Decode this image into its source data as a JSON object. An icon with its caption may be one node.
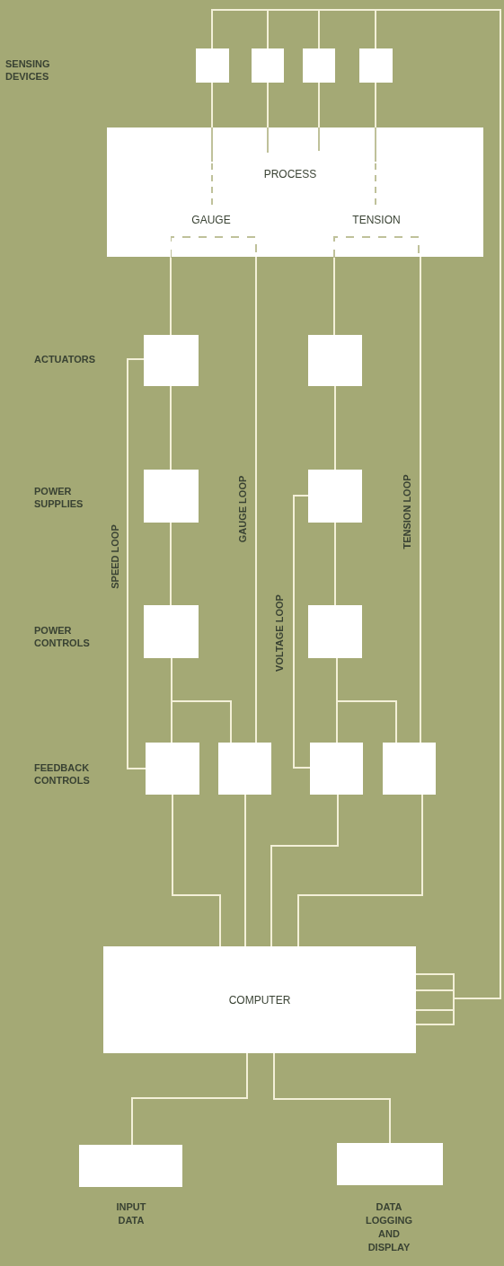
{
  "diagram": {
    "nodes": [
      {
        "text": [],
        "shape": "box"
      },
      {
        "text": [],
        "shape": "box"
      },
      {
        "text": [],
        "shape": "box"
      },
      {
        "text": [],
        "shape": "box"
      },
      {
        "text": [
          "PROCESS",
          "GAUGE",
          "TENSION"
        ]
      },
      {
        "text": [],
        "shape": "box"
      },
      {
        "text": [],
        "shape": "box"
      },
      {
        "text": [],
        "shape": "box"
      },
      {
        "text": [],
        "shape": "box"
      },
      {
        "text": [],
        "shape": "box"
      },
      {
        "text": [],
        "shape": "box"
      },
      {
        "text": [],
        "shape": "box"
      },
      {
        "text": [],
        "shape": "box"
      },
      {
        "text": [],
        "shape": "box"
      },
      {
        "text": [],
        "shape": "box"
      },
      {
        "text": [
          "COMPUTER"
        ]
      },
      {
        "text": [],
        "shape": "box",
        "beside": [
          "INPUT DATA"
        ]
      },
      {
        "text": [],
        "shape": "box",
        "beside": [
          "DATA LOGGING AND DISPLAY"
        ]
      }
    ],
    "edges": [
      {
        "from": 0,
        "to": 4,
        "arrow": "none"
      },
      {
        "from": 1,
        "to": 4,
        "arrow": "none"
      },
      {
        "from": 2,
        "to": 4,
        "arrow": "none"
      },
      {
        "from": 3,
        "to": 4,
        "arrow": "none"
      },
      {
        "from": 0,
        "to": 15,
        "arrow": "none"
      },
      {
        "from": 1,
        "to": 15,
        "arrow": "none"
      },
      {
        "from": 2,
        "to": 15,
        "arrow": "none"
      },
      {
        "from": 3,
        "to": 15,
        "arrow": "none"
      },
      {
        "from": 4,
        "to": 5,
        "arrow": "none"
      },
      {
        "from": 5,
        "to": 7,
        "arrow": "none"
      },
      {
        "from": 7,
        "to": 9,
        "arrow": "none"
      },
      {
        "from": 9,
        "to": 11,
        "arrow": "none"
      },
      {
        "from": 9,
        "to": 12,
        "arrow": "none"
      },
      {
        "from": 5,
        "to": 11,
        "arrow": "none"
      },
      {
        "from": 4,
        "to": 12,
        "arrow": "none"
      },
      {
        "from": 4,
        "to": 6,
        "arrow": "none"
      },
      {
        "from": 6,
        "to": 8,
        "arrow": "none"
      },
      {
        "from": 8,
        "to": 10,
        "arrow": "none"
      },
      {
        "from": 10,
        "to": 13,
        "arrow": "none"
      },
      {
        "from": 10,
        "to": 14,
        "arrow": "none"
      },
      {
        "from": 8,
        "to": 13,
        "arrow": "none"
      },
      {
        "from": 4,
        "to": 14,
        "arrow": "none"
      },
      {
        "from": 11,
        "to": 15,
        "arrow": "none"
      },
      {
        "from": 12,
        "to": 15,
        "arrow": "none"
      },
      {
        "from": 13,
        "to": 15,
        "arrow": "none"
      },
      {
        "from": 14,
        "to": 15,
        "arrow": "none"
      },
      {
        "from": 15,
        "to": 16,
        "arrow": "none"
      },
      {
        "from": 15,
        "to": 17,
        "arrow": "none"
      }
    ],
    "labels": [
      "SENSING DEVICES",
      "ACTUATORS",
      "POWER SUPPLIES",
      "GAUGE LOOP",
      "TENSION LOOP",
      "SPEED LOOP",
      "POWER CONTROLS",
      "VOLTAGE LOOP",
      "FEEDBACK CONTROLS"
    ]
  }
}
